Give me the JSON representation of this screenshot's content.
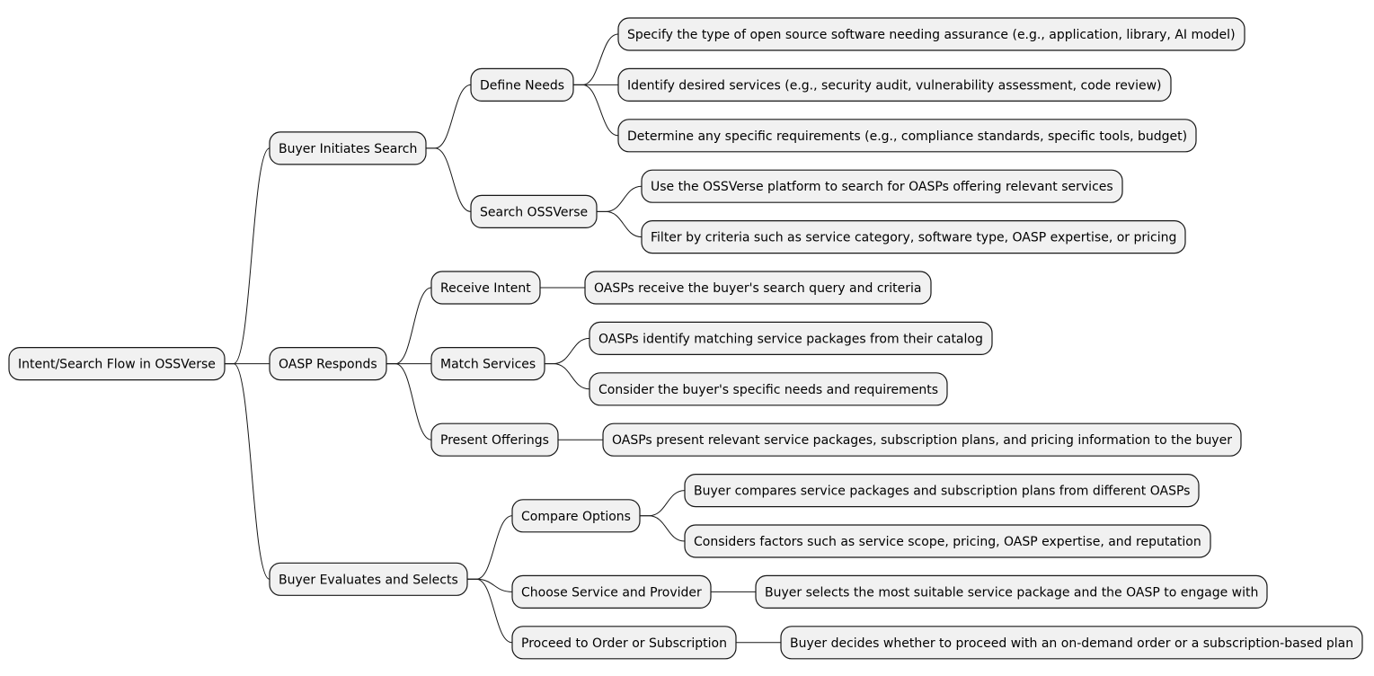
{
  "root": {
    "label": "Intent/Search Flow in OSSVerse",
    "children": [
      {
        "label": "Buyer Initiates Search",
        "children": [
          {
            "label": "Define Needs",
            "children": [
              {
                "label": "Specify the type of open source software needing assurance (e.g., application, library, AI model)"
              },
              {
                "label": "Identify desired services (e.g., security audit, vulnerability assessment, code review)"
              },
              {
                "label": "Determine any specific requirements (e.g., compliance standards, specific tools, budget)"
              }
            ]
          },
          {
            "label": "Search OSSVerse",
            "children": [
              {
                "label": "Use the OSSVerse platform to search for OASPs offering relevant services"
              },
              {
                "label": "Filter by criteria such as service category, software type, OASP expertise, or pricing"
              }
            ]
          }
        ]
      },
      {
        "label": "OASP Responds",
        "children": [
          {
            "label": "Receive Intent",
            "children": [
              {
                "label": "OASPs receive the buyer's search query and criteria"
              }
            ]
          },
          {
            "label": "Match Services",
            "children": [
              {
                "label": "OASPs identify matching service packages from their catalog"
              },
              {
                "label": "Consider the buyer's specific needs and requirements"
              }
            ]
          },
          {
            "label": "Present Offerings",
            "children": [
              {
                "label": "OASPs present relevant service packages, subscription plans, and pricing information to the buyer"
              }
            ]
          }
        ]
      },
      {
        "label": "Buyer Evaluates and Selects",
        "children": [
          {
            "label": "Compare Options",
            "children": [
              {
                "label": "Buyer compares service packages and subscription plans from different OASPs"
              },
              {
                "label": "Considers factors such as service scope, pricing, OASP expertise, and reputation"
              }
            ]
          },
          {
            "label": "Choose Service and Provider",
            "children": [
              {
                "label": "Buyer selects the most suitable service package and the OASP to engage with"
              }
            ]
          },
          {
            "label": "Proceed to Order or Subscription",
            "children": [
              {
                "label": "Buyer decides whether to proceed with an on-demand order or a subscription-based plan"
              }
            ]
          }
        ]
      }
    ]
  }
}
